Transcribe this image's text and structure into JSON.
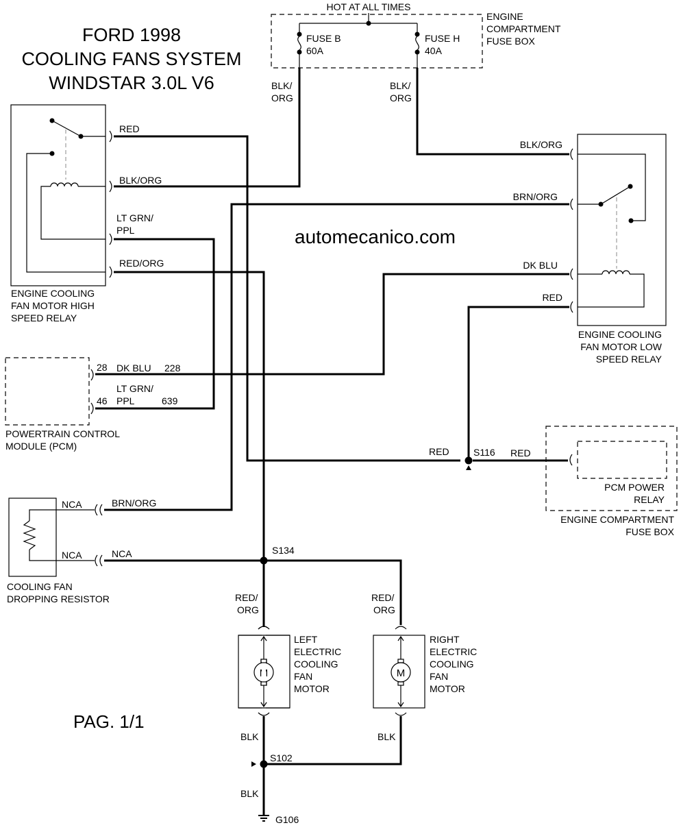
{
  "title": {
    "line1": "FORD 1998",
    "line2": "COOLING FANS SYSTEM",
    "line3": "WINDSTAR 3.0L V6"
  },
  "watermark": "automecanico.com",
  "page_label": "PAG. 1/1",
  "components": {
    "fuse_box_top": {
      "header": "HOT AT ALL TIMES",
      "name_line1": "ENGINE",
      "name_line2": "COMPARTMENT",
      "name_line3": "FUSE BOX",
      "fuse_b_name": "FUSE B",
      "fuse_b_rating": "60A",
      "fuse_h_name": "FUSE H",
      "fuse_h_rating": "40A"
    },
    "high_relay": {
      "line1": "ENGINE COOLING",
      "line2": "FAN MOTOR HIGH",
      "line3": "SPEED RELAY"
    },
    "low_relay": {
      "line1": "ENGINE COOLING",
      "line2": "FAN MOTOR LOW",
      "line3": "SPEED RELAY"
    },
    "pcm": {
      "line1": "POWERTRAIN CONTROL",
      "line2": "MODULE (PCM)",
      "pin_a": "28",
      "pin_b": "46",
      "circuit_a": "228",
      "circuit_b": "639"
    },
    "pcm_power_relay": {
      "line1": "PCM POWER",
      "line2": "RELAY",
      "box_line1": "ENGINE COMPARTMENT",
      "box_line2": "FUSE BOX"
    },
    "resistor": {
      "line1": "COOLING FAN",
      "line2": "DROPPING RESISTOR"
    },
    "left_motor": {
      "line1": "LEFT",
      "line2": "ELECTRIC",
      "line3": "COOLING",
      "line4": "FAN",
      "line5": "MOTOR",
      "symbol": "M"
    },
    "right_motor": {
      "line1": "RIGHT",
      "line2": "ELECTRIC",
      "line3": "COOLING",
      "line4": "FAN",
      "line5": "MOTOR",
      "symbol": "M"
    }
  },
  "splices": {
    "s116": "S116",
    "s134": "S134",
    "s102": "S102",
    "g106": "G106"
  },
  "wires": {
    "blk_org_1a": "BLK/",
    "blk_org_1b": "ORG",
    "blk_org_2a": "BLK/",
    "blk_org_2b": "ORG",
    "high_red": "RED",
    "high_blk_org": "BLK/ORG",
    "high_ltgrn_a": "LT GRN/",
    "high_ltgrn_b": "PPL",
    "high_red_org": "RED/ORG",
    "low_blk_org": "BLK/ORG",
    "low_brn_org": "BRN/ORG",
    "low_dk_blu": "DK BLU",
    "low_red": "RED",
    "pcm_dk_blu": "DK BLU",
    "pcm_ltgrn_a": "LT GRN/",
    "pcm_ltgrn_b": "PPL",
    "s116_red_left": "RED",
    "s116_red_right": "RED",
    "res_nca_1": "NCA",
    "res_brn_org": "BRN/ORG",
    "res_nca_2": "NCA",
    "res_nca_3": "NCA",
    "left_red_org_a": "RED/",
    "left_red_org_b": "ORG",
    "right_red_org_a": "RED/",
    "right_red_org_b": "ORG",
    "left_blk": "BLK",
    "right_blk": "BLK",
    "ground_blk": "BLK"
  }
}
